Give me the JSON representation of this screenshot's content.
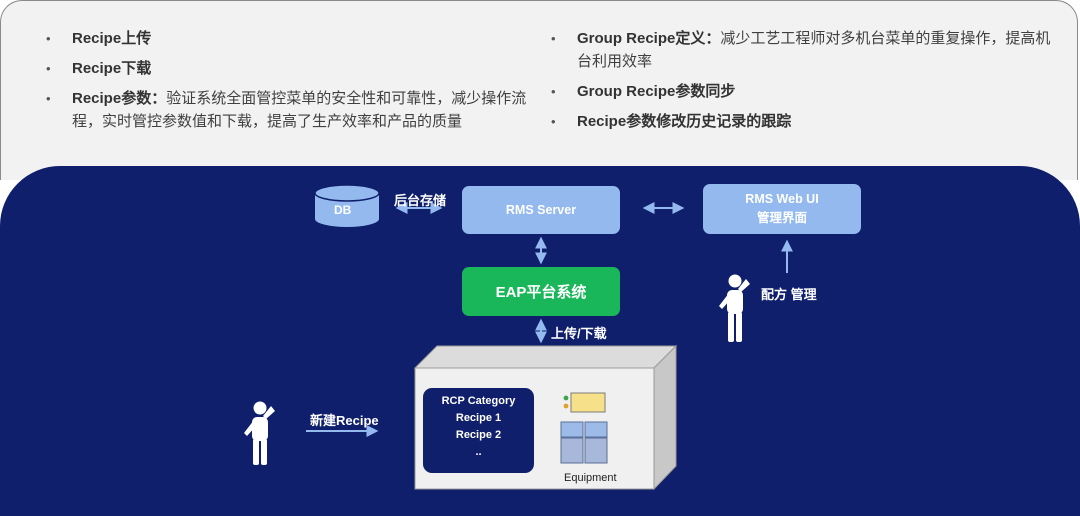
{
  "bullets_left": [
    {
      "bold": "Recipe上传",
      "text": ""
    },
    {
      "bold": "Recipe下载",
      "text": ""
    },
    {
      "bold": "Recipe参数：",
      "text": "验证系统全面管控菜单的安全性和可靠性，减少操作流程，实时管控参数值和下载，提高了生产效率和产品的质量"
    }
  ],
  "bullets_right": [
    {
      "bold": "Group Recipe定义：",
      "text": "减少工艺工程师对多机台菜单的重复操作，提高机台利用效率"
    },
    {
      "bold": "Group Recipe参数同步",
      "text": ""
    },
    {
      "bold": "Recipe参数修改历史记录的跟踪",
      "text": ""
    }
  ],
  "diagram": {
    "db": "DB",
    "db_link": "后台存储",
    "rms_server": "RMS Server",
    "rms_web_line1": "RMS Web UI",
    "rms_web_line2": "管理界面",
    "eap": "EAP平台系统",
    "upload_download": "上传/下载",
    "recipe_manage": "配方 管理",
    "new_recipe": "新建Recipe",
    "rcp_category": "RCP Category",
    "recipe_1": "Recipe 1",
    "recipe_2": "Recipe 2",
    "ellipsis": "..",
    "equipment": "Equipment"
  },
  "colors": {
    "navy": "#0f1f6b",
    "light_blue": "#93b9ef",
    "green": "#19b65a",
    "top_bg": "#f2f2f2"
  }
}
